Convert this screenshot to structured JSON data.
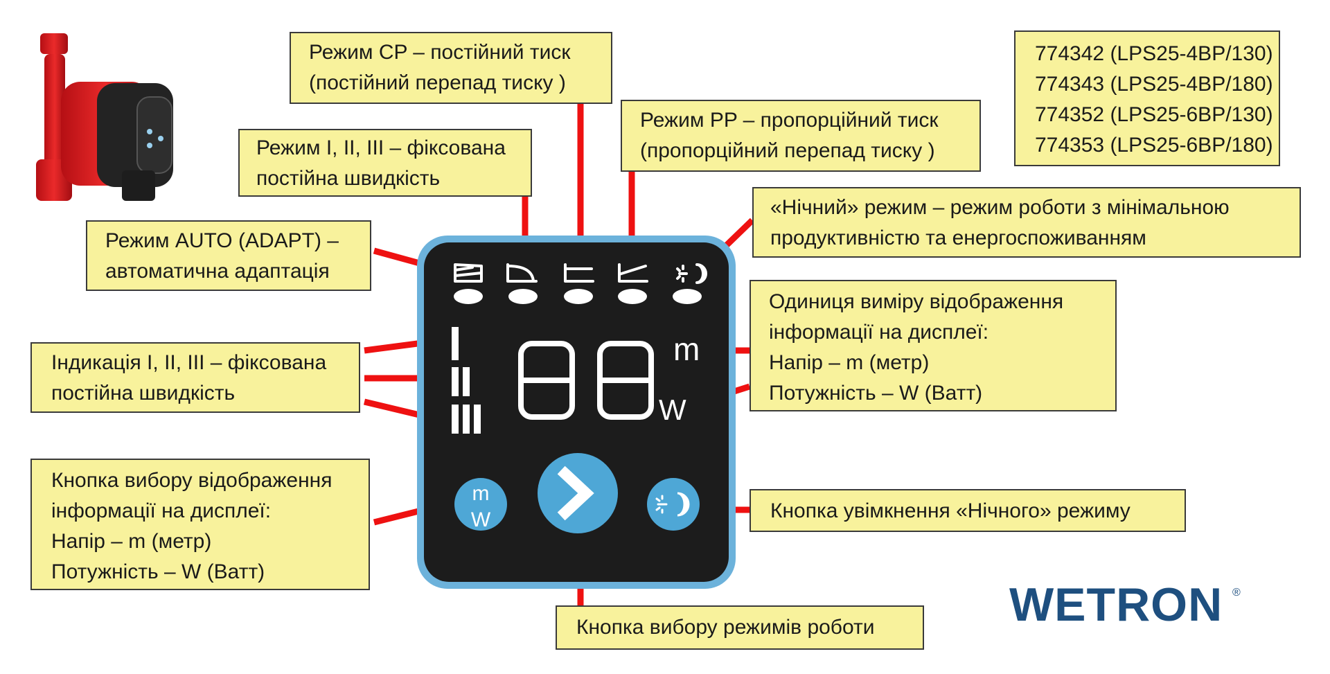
{
  "colors": {
    "callout_fill": "#f8f29c",
    "arrow": "#ee1111",
    "panel_frame": "#6cb2db",
    "panel_body": "#1c1c1c",
    "button": "#4ea7d6",
    "logo": "#1e4f7f"
  },
  "callouts": {
    "cp_mode": [
      "Режим CP – постійний тиск",
      "(постійний перепад тиску )"
    ],
    "fixed_mode": [
      "Режим I, II, III – фіксована",
      "постійна швидкість"
    ],
    "pp_mode": [
      "Режим PP – пропорційний тиск",
      "(пропорційний перепад тиску )"
    ],
    "auto_mode": [
      "Режим AUTO (ADAPT) –",
      "автоматична адаптація"
    ],
    "night_mode": [
      "«Нічний» режим – режим роботи з мінімальною",
      "продуктивністю та енергоспоживанням"
    ],
    "units": [
      "Одиниця виміру відображення",
      "інформації на дисплеї:",
      "Напір – m (метр)",
      "Потужність – W (Ватт)"
    ],
    "speed_indication": [
      "Індикація I, II, III – фіксована",
      "постійна швидкість"
    ],
    "display_button": [
      "Кнопка вибору відображення",
      "інформації на дисплеї:",
      "Напір – m (метр)",
      "Потужність – W (Ватт)"
    ],
    "night_button": [
      "Кнопка увімкнення «Нічного» режиму"
    ],
    "mode_button": [
      "Кнопка вибору режимів роботи"
    ],
    "models": [
      "774342 (LPS25-4BP/130)",
      "774343 (LPS25-4BP/180)",
      "774352 (LPS25-6BP/130)",
      "774353 (LPS25-6BP/180)"
    ]
  },
  "panel": {
    "digits": "88",
    "unit_head": "m",
    "unit_power": "W",
    "button_mw_top": "m",
    "button_mw_bottom": "W"
  },
  "brand": {
    "name": "WETRON",
    "registered": "®"
  },
  "icons": {
    "pump_product": "circulation-pump-image",
    "auto_mode": "auto-adapt-icon",
    "cp_mode": "constant-pressure-icon",
    "fixed_mode": "fixed-speed-icon",
    "pp_mode": "proportional-pressure-icon",
    "night_mode": "night-mode-icon",
    "mode_button": "chevron-right-icon"
  }
}
